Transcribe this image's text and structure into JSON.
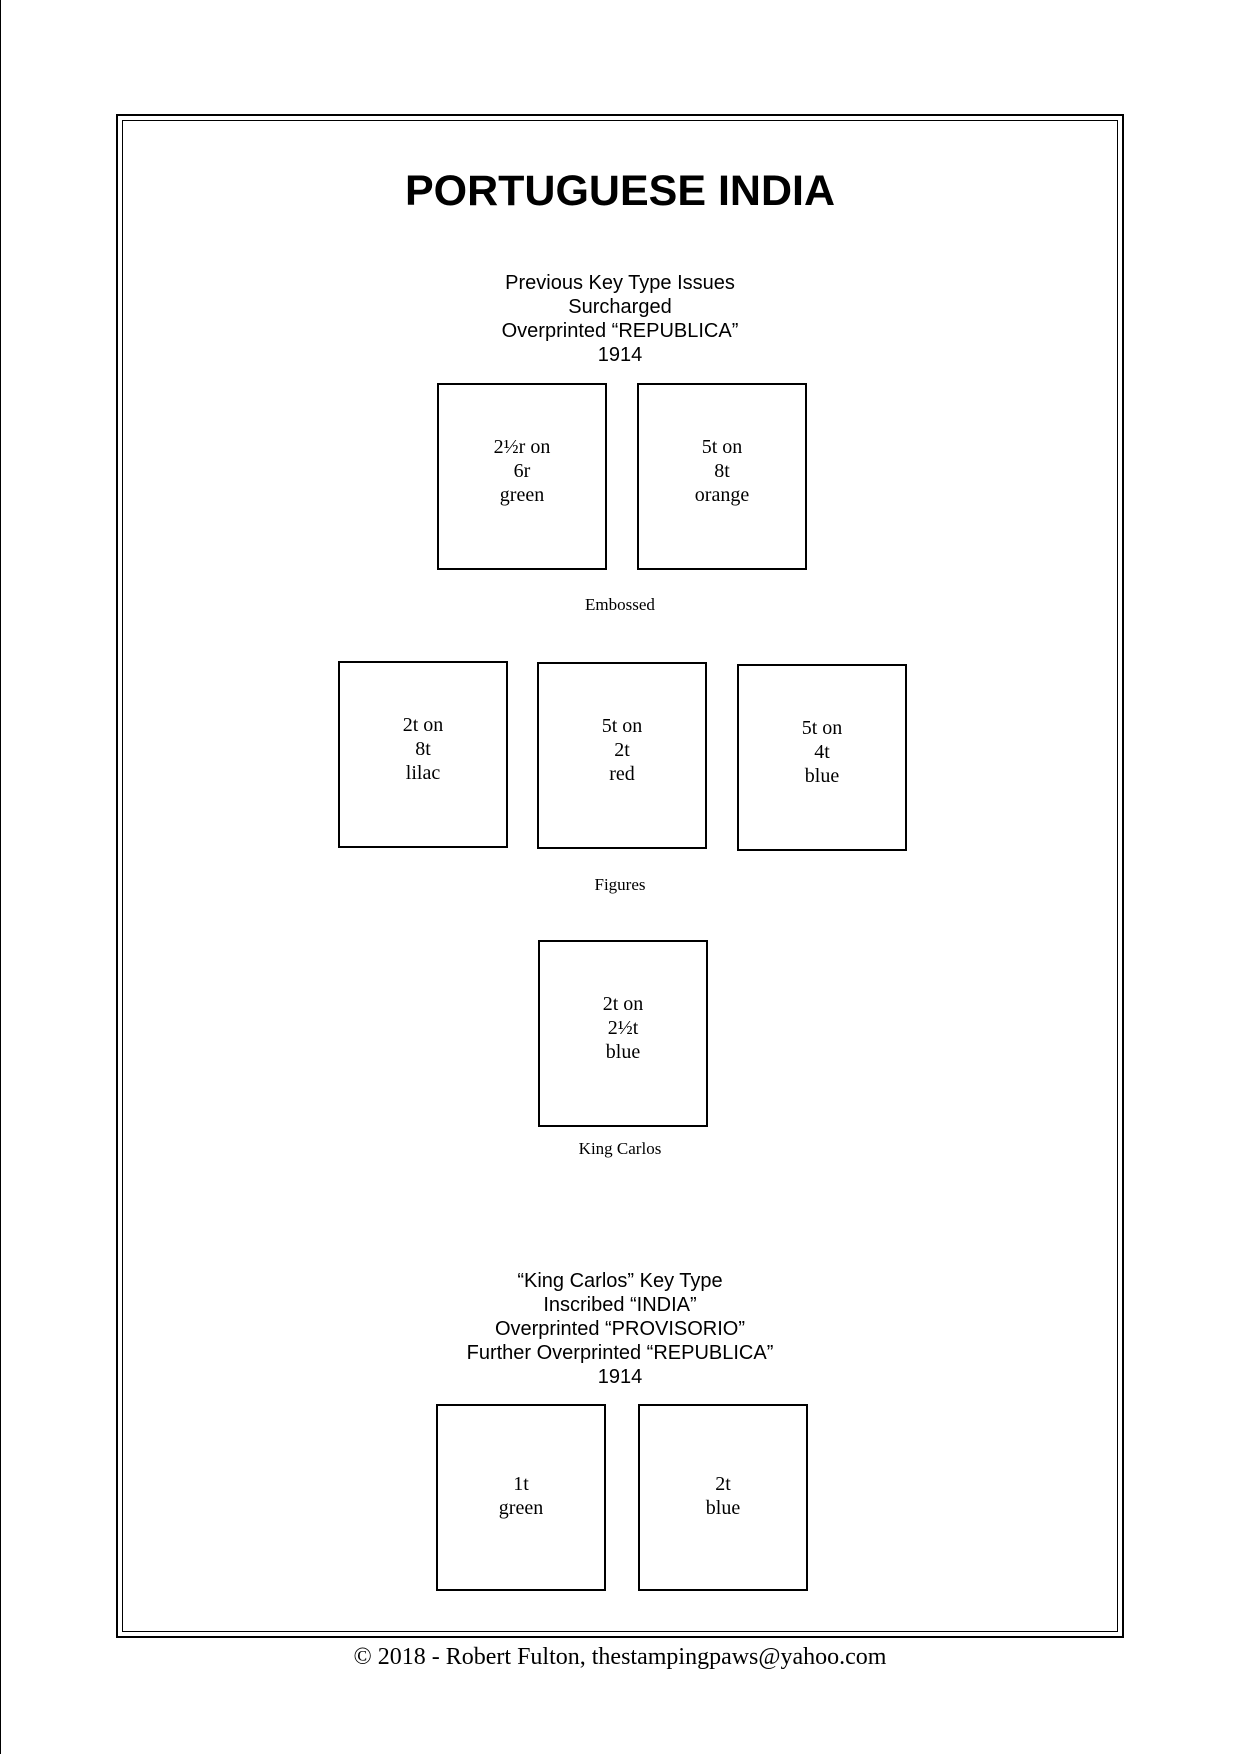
{
  "page": {
    "title": "PORTUGUESE INDIA"
  },
  "section1": {
    "heading": [
      "Previous Key Type Issues",
      "Surcharged",
      "Overprinted “REPUBLICA”",
      "1914"
    ],
    "groups": [
      {
        "caption": "Embossed",
        "stamps": [
          {
            "lines": [
              "2½r on",
              "6r",
              "green"
            ]
          },
          {
            "lines": [
              "5t on",
              "8t",
              "orange"
            ]
          }
        ]
      },
      {
        "caption": "Figures",
        "stamps": [
          {
            "lines": [
              "2t on",
              "8t",
              "lilac"
            ]
          },
          {
            "lines": [
              "5t on",
              "2t",
              "red"
            ]
          },
          {
            "lines": [
              "5t on",
              "4t",
              "blue"
            ]
          }
        ]
      },
      {
        "caption": "King Carlos",
        "stamps": [
          {
            "lines": [
              "2t on",
              "2½t",
              "blue"
            ]
          }
        ]
      }
    ]
  },
  "section2": {
    "heading": [
      "“King Carlos” Key Type",
      "Inscribed “INDIA”",
      "Overprinted “PROVISORIO”",
      "Further Overprinted “REPUBLICA”",
      "1914"
    ],
    "stamps": [
      {
        "lines": [
          "1t",
          "green"
        ]
      },
      {
        "lines": [
          "2t",
          "blue"
        ]
      }
    ]
  },
  "footer": {
    "copyright": "© 2018 -  Robert Fulton, thestampingpaws@yahoo.com"
  }
}
